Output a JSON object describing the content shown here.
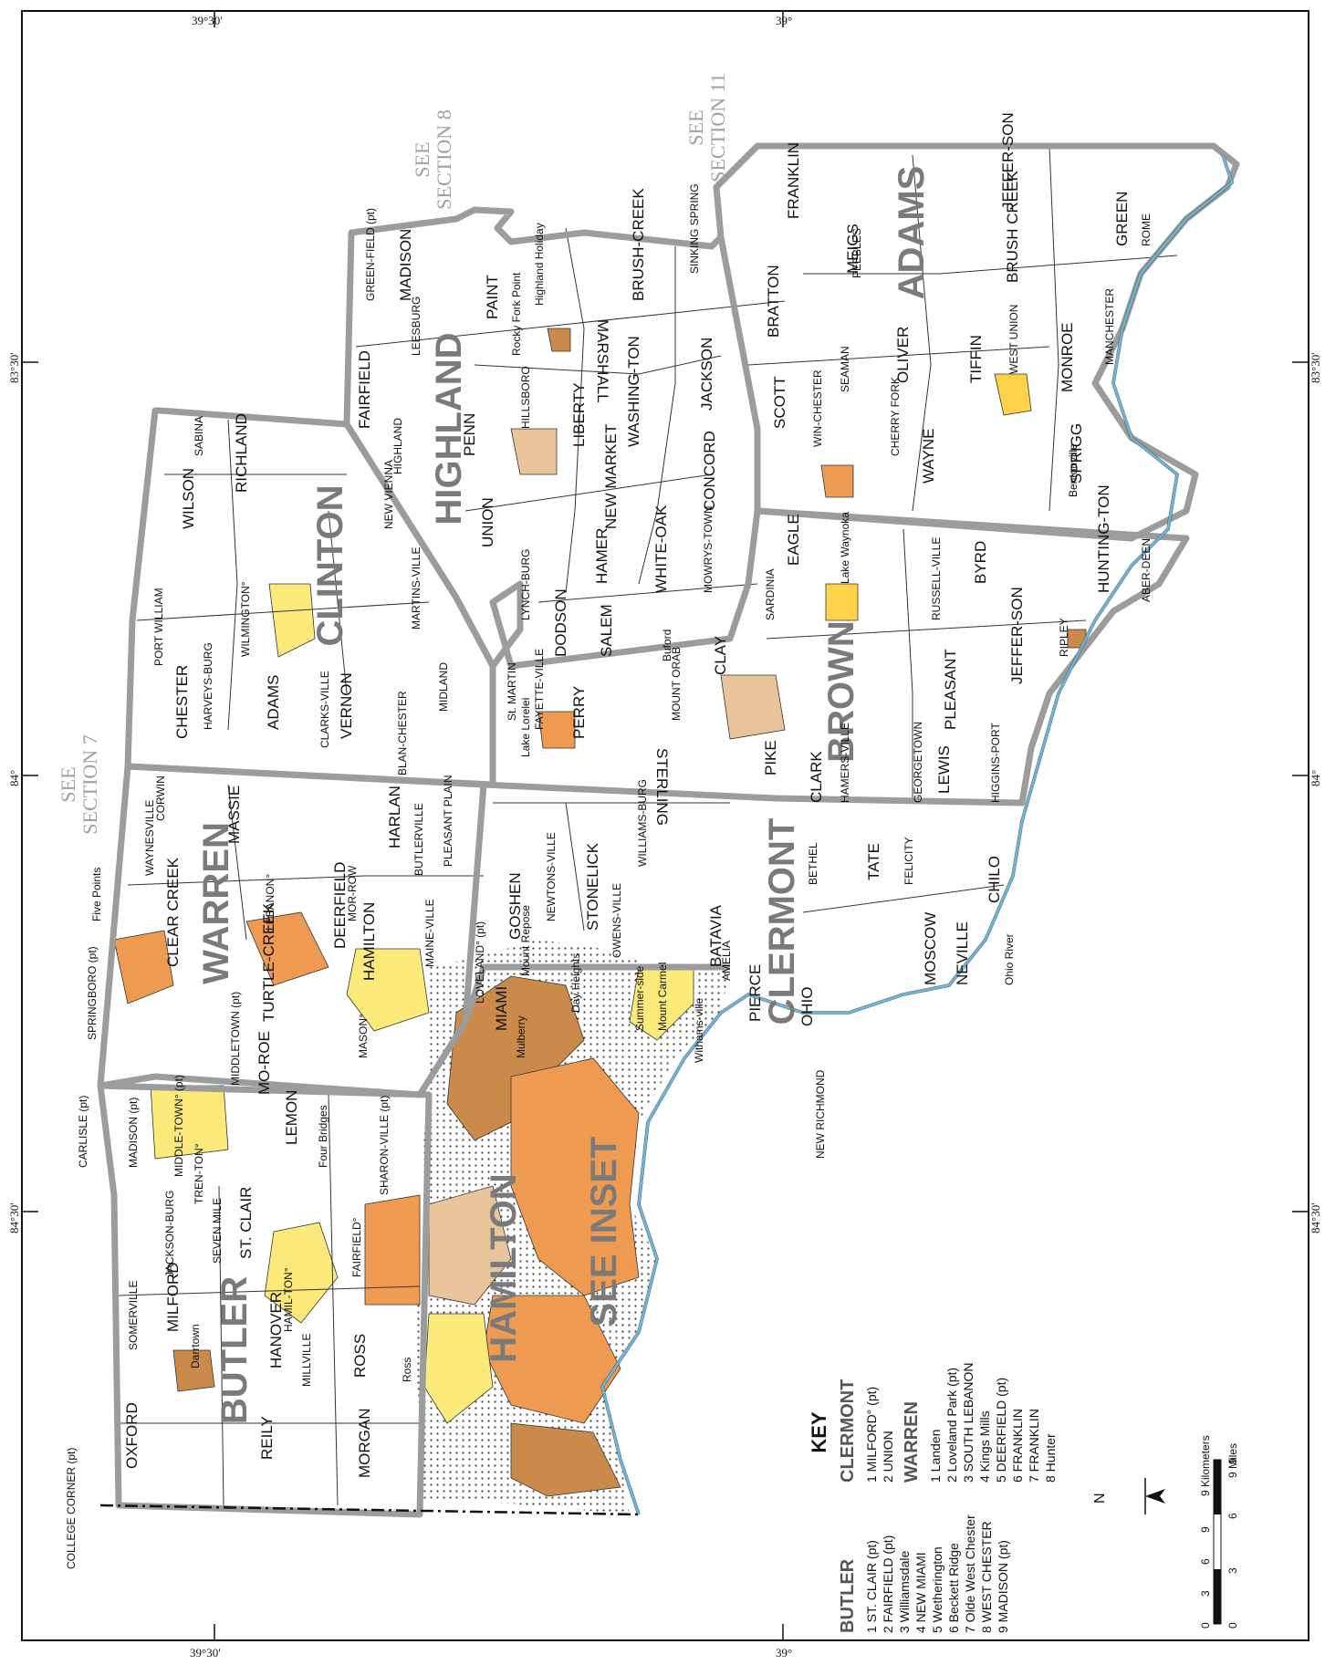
{
  "frame": {
    "top_ticks": [
      "39°30'",
      "39°"
    ],
    "bottom_ticks": [
      "39°30'",
      "39°"
    ],
    "left_ticks": [
      "83°30'",
      "84°",
      "84°30'"
    ],
    "right_ticks": [
      "83°30'",
      "84°",
      "84°30'"
    ]
  },
  "see_sections": [
    {
      "line1": "SEE",
      "line2": "SECTION 8"
    },
    {
      "line1": "SEE",
      "line2": "SECTION 11"
    },
    {
      "line1": "SEE",
      "line2": "SECTION 7"
    }
  ],
  "counties": [
    "HIGHLAND",
    "ADAMS",
    "CLINTON",
    "BROWN",
    "WARREN",
    "CLERMONT",
    "BUTLER",
    "HAMILTON",
    "SEE INSET"
  ],
  "townships": [
    "MADISON",
    "PAINT",
    "BRUSH-CREEK",
    "MARSHALL",
    "FAIRFIELD",
    "PENN",
    "LIBERTY",
    "WASHING-TON",
    "JACKSON",
    "UNION",
    "NEW MARKET",
    "CONCORD",
    "HAMER",
    "WHITE-OAK",
    "DODSON",
    "SALEM",
    "CLAY",
    "FRANKLIN",
    "MEIGS",
    "BRATTON",
    "JEFFER-SON",
    "BRUSH CREEK",
    "GREEN",
    "OLIVER",
    "TIFFIN",
    "MONROE",
    "SCOTT",
    "WAYNE",
    "SPRIGG",
    "EAGLE",
    "BYRD",
    "HUNTING-TON",
    "JEFFER-SON",
    "PLEASANT",
    "LEWIS",
    "CLARK",
    "PIKE",
    "STERLING",
    "PERRY",
    "RICHLAND",
    "WILSON",
    "CHESTER",
    "ADAMS",
    "VERNON",
    "MASSIE",
    "HARLAN",
    "TURTLE-CREEK",
    "DEERFIELD",
    "CLEAR CREEK",
    "HAMILTON",
    "GOSHEN",
    "MIAMI",
    "STONELICK",
    "BATAVIA",
    "TATE",
    "CHILO",
    "MOSCOW",
    "NEVILLE",
    "OHIO",
    "PIERCE",
    "OXFORD",
    "REILY",
    "MORGAN",
    "ROSS",
    "HANOVER",
    "MILFORD",
    "LEMON",
    "MO-ROE",
    "ST. CLAIR"
  ],
  "places": [
    "GREEN-FIELD (pt)",
    "LEESBURG",
    "Rocky Fork Point",
    "Highland Holiday",
    "SINKING SPRING",
    "HILLSBORO",
    "HIGHLAND",
    "LYNCH-BURG",
    "MOWRYS-TOWN",
    "Buford",
    "PEEBLES",
    "SEAMAN",
    "WIN-CHESTER",
    "WEST UNION",
    "CHERRY FORK",
    "MANCHESTER",
    "Bentonville",
    "ROME",
    "Lake Waynoka",
    "SARDINIA",
    "RUSSELL-VILLE",
    "ABER-DEEN",
    "RIPLEY",
    "MOUNT ORAB",
    "FAYETTE-VILLE",
    "St. MARTIN",
    "Lake Lorelei",
    "HAMERS-VILLE",
    "GEORGETOWN",
    "HIGGINS-PORT",
    "SABINA",
    "NEW VIENNA",
    "WILMINGTON°",
    "MARTINS-VILLE",
    "PORT WILLIAM",
    "CLARKS-VILLE",
    "BLAN-CHESTER",
    "HARVEYS-BURG",
    "MIDLAND",
    "CORWIN",
    "WAYNESVILLE",
    "BUTLERVILLE",
    "PLEASANT PLAIN",
    "Five Points",
    "SPRINGBORO (pt)",
    "LEBANON°",
    "MOR-ROW",
    "MAINE-VILLE",
    "LOVELAND° (pt)",
    "CARLISLE (pt)",
    "MASON°",
    "Mulberry",
    "Mount Repose",
    "NEWTONS-VILLE",
    "WILLIAMS-BURG",
    "OWENS-VILLE",
    "BETHEL",
    "FELICITY",
    "Day Heights",
    "Summer-side",
    "Mount Carmel",
    "Withams-ville",
    "AMELIA",
    "NEW RICHMOND",
    "Ohio River",
    "MIDDLE-TOWN° (pt)",
    "MIDDLETOWN (pt)",
    "TREN-TON°",
    "Four Bridges",
    "SHARON-VILLE (pt)",
    "JACKSON-BURG",
    "SEVEN MILE",
    "FAIRFIELD°",
    "HAMIL-TON°",
    "MILLVILLE",
    "Ross",
    "SOMERVILLE",
    "Darrtown",
    "COLLEGE CORNER (pt)",
    "MADISON (pt)"
  ],
  "key": {
    "title": "KEY",
    "groups": [
      {
        "name": "CLERMONT",
        "items": [
          "1  MILFORD° (pt)",
          "2  UNION"
        ]
      },
      {
        "name": "WARREN",
        "items": [
          "1  Landen",
          "2  Loveland Park (pt)",
          "3  SOUTH LEBANON",
          "4  Kings Mills",
          "5  DEERFIELD (pt)",
          "6  FRANKLIN",
          "7  FRANKLIN",
          "8  Hunter"
        ]
      },
      {
        "name": "BUTLER",
        "items": [
          "1  ST. CLAIR (pt)",
          "2  FAIRFIELD (pt)",
          "3  Williamsdale",
          "4  NEW MIAMI",
          "5  Wetherington",
          "6  Beckett Ridge",
          "7  Olde West Chester",
          "8  WEST CHESTER",
          "9  MADISON (pt)"
        ]
      }
    ]
  },
  "north": "N",
  "scale": {
    "km_label": "9 Kilometers",
    "mi_label": "9 Miles",
    "km_ticks": [
      "0",
      "3",
      "6",
      "9"
    ],
    "mi_ticks": [
      "0",
      "3",
      "6",
      "9"
    ]
  },
  "colors": {
    "county_line": "#9c9c9c",
    "urban_light": "#fbe97a",
    "urban_tan": "#e9c49a",
    "urban_orange": "#ee9a50",
    "urban_brown": "#c98a4a",
    "river": "#6fb4d8"
  }
}
